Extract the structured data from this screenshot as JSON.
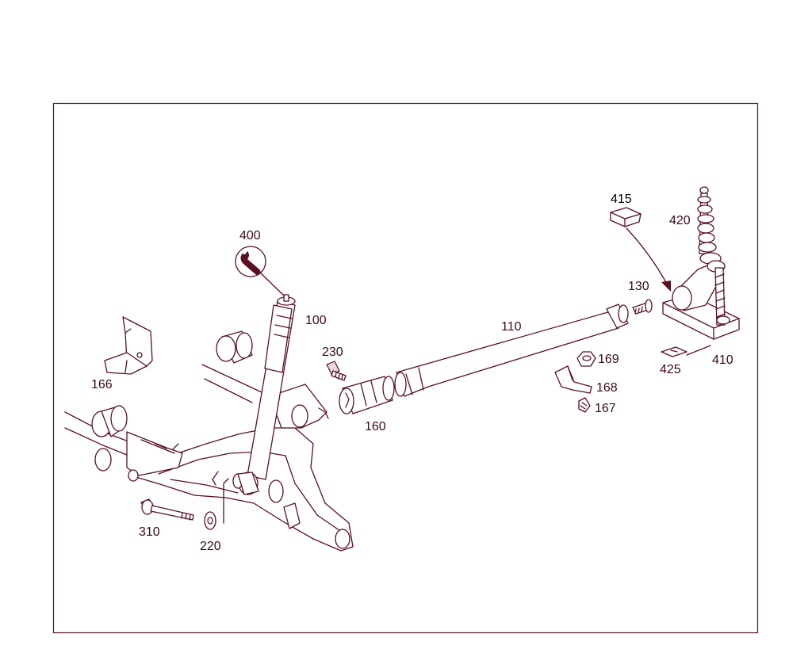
{
  "diagram": {
    "part_labels": {
      "p100": "100",
      "p110": "110",
      "p130": "130",
      "p160": "160",
      "p166": "166",
      "p167": "167",
      "p168": "168",
      "p169": "169",
      "p220": "220",
      "p230": "230",
      "p310": "310",
      "p400": "400",
      "p410": "410",
      "p415": "415",
      "p420": "420",
      "p425": "425"
    },
    "tool_icon": "wrench-icon",
    "colors": {
      "line": "#5a1020",
      "frame": "#5a1020"
    }
  }
}
